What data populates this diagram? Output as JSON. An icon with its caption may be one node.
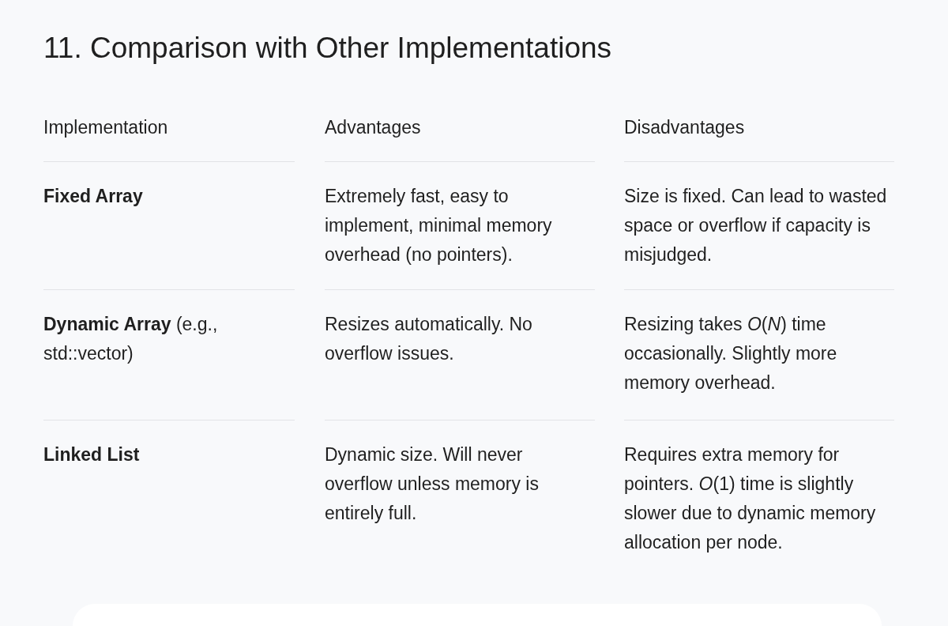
{
  "diagram": {
    "title": "11. Comparison with Other Implementations",
    "labels": [
      "Implementation",
      "Advantages",
      "Disadvantages",
      "Fixed Array",
      "Extremely fast, easy to implement, minimal memory overhead (no pointers).",
      "Size is fixed. Can lead to wasted space or overflow if capacity is misjudged.",
      "**Dynamic Array** (e.g., std::vector)",
      "Resizes automatically. No overflow issues.",
      "Resizing takes *O*(*N*) time occasionally. Slightly more memory overhead.",
      "Linked List",
      "Dynamic size. Will never overflow unless memory is entirely full.",
      "Requires extra memory for pointers. *O*(1) time is slightly slower due to dynamic memory allocation per node."
    ]
  }
}
